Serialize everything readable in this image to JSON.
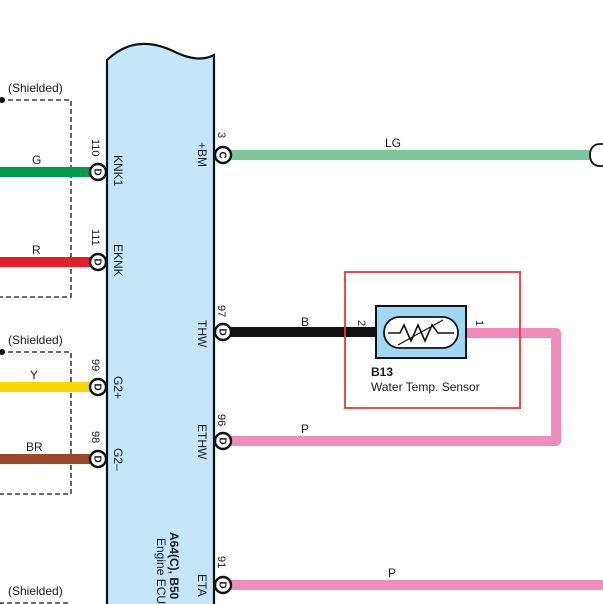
{
  "shield_labels": [
    "(Shielded)",
    "(Shielded)",
    "(Shielded)"
  ],
  "ecu": {
    "part_id": "A64(C), B50",
    "name": "Engine ECU"
  },
  "sensor": {
    "id": "B13",
    "name": "Water Temp.  Sensor",
    "pin_left": "2",
    "pin_right": "1",
    "highlight_color": "#e03c3c"
  },
  "pins": [
    {
      "side": "left",
      "number": "110",
      "connector": "D",
      "signal": "KNK1",
      "wire": "G",
      "wire_color": "#009a4a"
    },
    {
      "side": "left",
      "number": "111",
      "connector": "D",
      "signal": "EKNK",
      "wire": "R",
      "wire_color": "#e3202a"
    },
    {
      "side": "left",
      "number": "99",
      "connector": "D",
      "signal": "G2+",
      "wire": "Y",
      "wire_color": "#f7d900"
    },
    {
      "side": "left",
      "number": "98",
      "connector": "D",
      "signal": "G2–",
      "wire": "BR",
      "wire_color": "#9a4a2a"
    },
    {
      "side": "right",
      "number": "3",
      "connector": "C",
      "signal": "+BM",
      "wire": "LG",
      "wire_color": "#7ec79b"
    },
    {
      "side": "right",
      "number": "97",
      "connector": "D",
      "signal": "THW",
      "wire": "B",
      "wire_color": "#111111"
    },
    {
      "side": "right",
      "number": "96",
      "connector": "D",
      "signal": "ETHW",
      "wire": "P",
      "wire_color": "#f08cbb"
    },
    {
      "side": "right",
      "number": "91",
      "connector": "D",
      "signal": "ETA",
      "wire": "P",
      "wire_color": "#f08cbb"
    }
  ],
  "colors": {
    "ecu_fill": "#c5e6f8",
    "sensor_fill": "#9fd8f5",
    "outline": "#111111"
  }
}
